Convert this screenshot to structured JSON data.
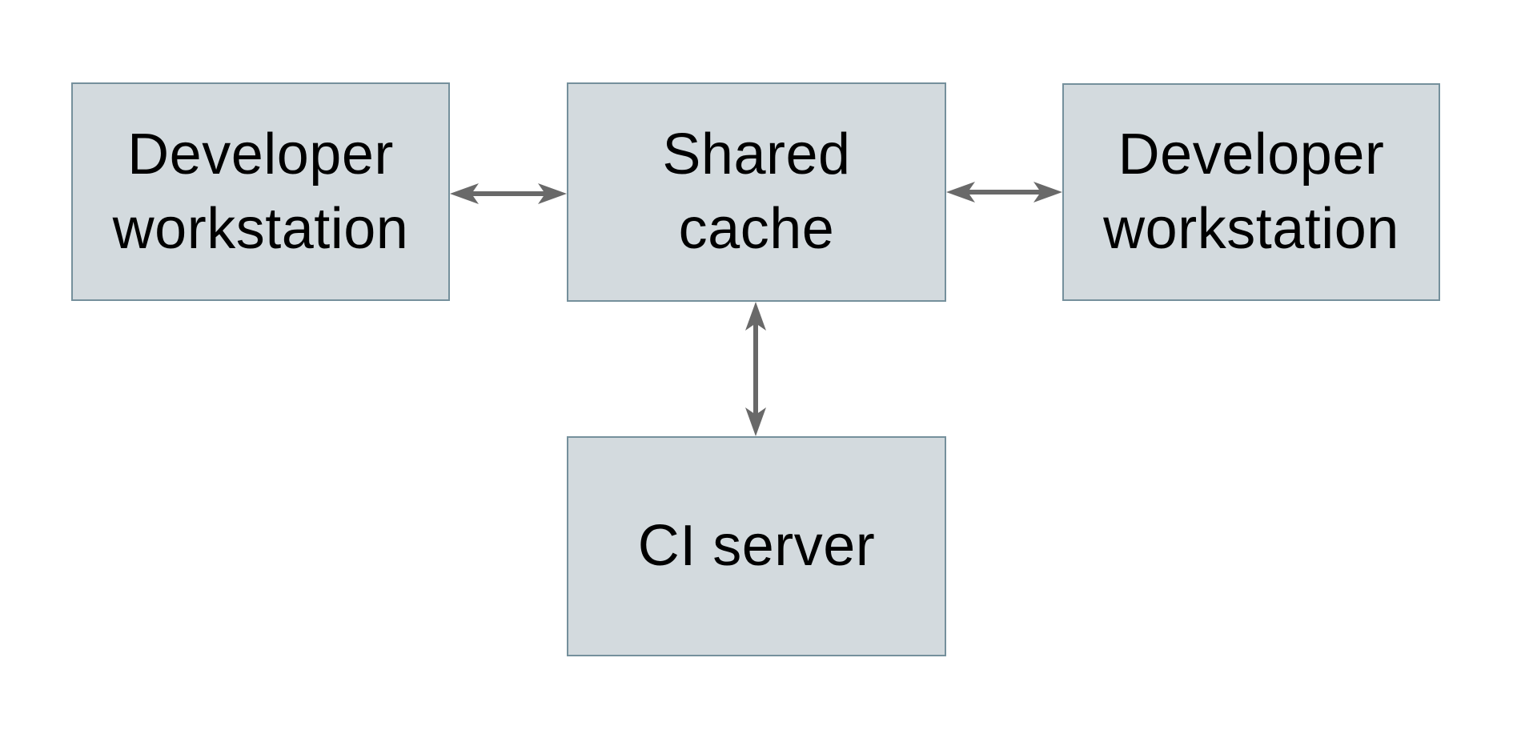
{
  "diagram": {
    "type": "architecture-diagram",
    "colors": {
      "canvas_bg": "#ffffff",
      "box_fill": "#d3dade",
      "box_border": "#75909c",
      "arrow_color": "#696969",
      "text_color": "#000000"
    },
    "nodes": [
      {
        "id": "developer-workstation-left",
        "label": "Developer\nworkstation"
      },
      {
        "id": "shared-cache",
        "label": "Shared\ncache"
      },
      {
        "id": "developer-workstation-right",
        "label": "Developer\nworkstation"
      },
      {
        "id": "ci-server",
        "label": "CI server"
      }
    ],
    "edges": [
      {
        "from": "developer-workstation-left",
        "to": "shared-cache",
        "type": "bidirectional-arrow",
        "orientation": "horizontal"
      },
      {
        "from": "shared-cache",
        "to": "developer-workstation-right",
        "type": "bidirectional-arrow",
        "orientation": "horizontal"
      },
      {
        "from": "shared-cache",
        "to": "ci-server",
        "type": "bidirectional-arrow",
        "orientation": "vertical"
      }
    ]
  }
}
